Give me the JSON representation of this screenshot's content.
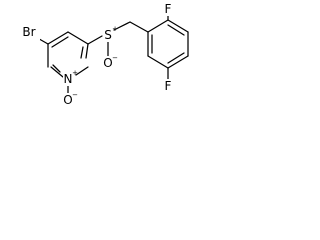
{
  "molecule": {
    "atoms": {
      "bromine": "Br",
      "pyridine_nitrogen": "N",
      "n_oxide_oxygen": "O",
      "sulfur": "S",
      "sulfinyl_oxygen": "O",
      "fluorine_top": "F",
      "fluorine_bottom": "F"
    },
    "charges": {
      "nitrogen_charge": "+",
      "n_oxide_charge": "−",
      "sulfur_charge": "+",
      "sulfinyl_charge": "−"
    }
  },
  "colors": {
    "bond": "#000000",
    "label": "#000000",
    "background": "#ffffff"
  }
}
